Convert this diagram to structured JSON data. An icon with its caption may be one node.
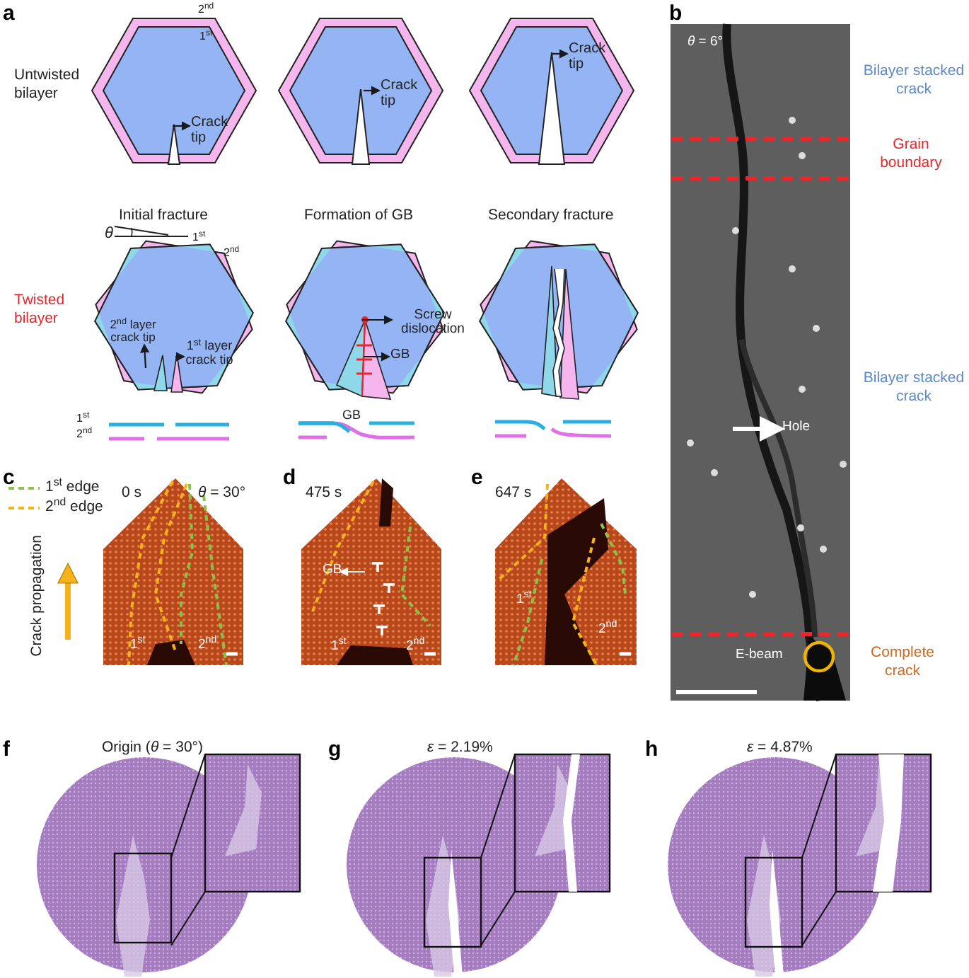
{
  "diagram": {
    "nodes": [
      {
        "text": [
          "Crack tip"
        ]
      },
      {
        "text": [
          "Crack tip"
        ]
      },
      {
        "text": [
          "Crack tip"
        ]
      },
      {
        "text": [
          "2$^{nd}$ layer crack tip"
        ]
      },
      {
        "text": [
          "1$^{st}$ layer crack tip"
        ]
      },
      {
        "text": [
          "Screw dislocation"
        ]
      },
      {
        "text": [
          "GB"
        ]
      },
      {
        "text": [
          "GB"
        ]
      },
      {
        "text": [
          "Hole"
        ]
      }
    ],
    "edges": [
      {
        "from": null,
        "to": 0,
        "arrow": "to"
      },
      {
        "from": null,
        "to": 1,
        "arrow": "to"
      },
      {
        "from": null,
        "to": 2,
        "arrow": "to"
      },
      {
        "from": null,
        "to": 3,
        "arrow": "to"
      },
      {
        "from": null,
        "to": 4,
        "arrow": "to"
      },
      {
        "from": null,
        "to": 5,
        "arrow": "to"
      },
      {
        "from": null,
        "to": 6,
        "arrow": "to"
      },
      {
        "from": null,
        "to": 7,
        "arrow": "to",
        "color": "#ffffff"
      },
      {
        "from": null,
        "to": 8,
        "arrow": "to",
        "style": "thick",
        "color": "#ffffff"
      }
    ],
    "labels": [
      "a",
      "2$^{nd}$",
      "1$^{st}$",
      "Untwisted bilayer",
      "Initial fracture",
      "Formation of GB",
      "Secondary fracture",
      "θ",
      "1$^{st}$",
      "2$^{nd}$",
      "Twisted bilayer",
      "1$^{st}$",
      "2$^{nd}$",
      "GB",
      "b",
      "*θ* = 6°",
      "Bilayer stacked crack",
      "Grain boundary",
      "Bilayer stacked crack",
      "E-beam",
      "Complete crack",
      "c",
      "0 s",
      "*θ* = 30°",
      "1$^{st}$",
      "2$^{nd}$",
      "d",
      "475 s",
      "1$^{st}$",
      "2$^{nd}$",
      "e",
      "647 s",
      "1$^{st}$",
      "2$^{nd}$",
      "Crack propagation",
      "f",
      "Origin (*θ* = 30°)",
      "g",
      "*ε* = 2.19%",
      "h",
      "*ε* = 4.87%"
    ],
    "legend": [
      {
        "text": "1$^{st}$ edge"
      },
      {
        "text": "2$^{nd}$ edge"
      }
    ]
  }
}
